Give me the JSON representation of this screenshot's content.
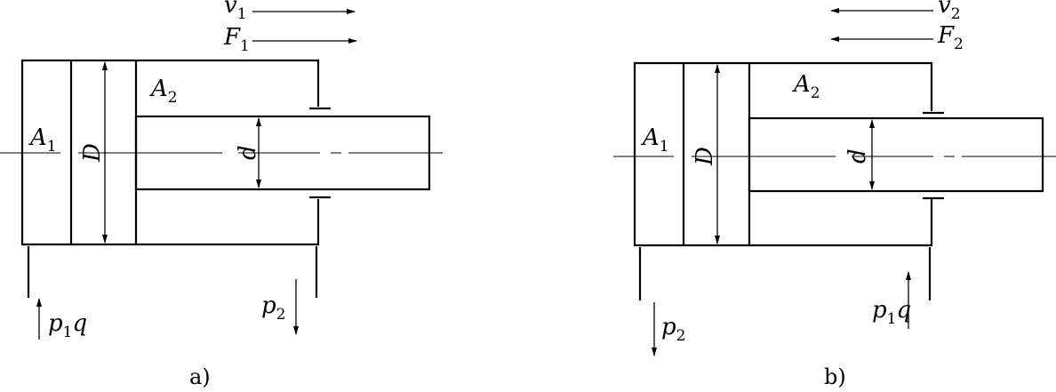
{
  "diagram_a": {
    "velocity": {
      "base": "v",
      "sub": "1"
    },
    "force": {
      "base": "F",
      "sub": "1"
    },
    "area_rod_side": {
      "base": "A",
      "sub": "2"
    },
    "area_piston": {
      "base": "A",
      "sub": "1"
    },
    "bore_label": "D",
    "rod_label": "d",
    "inlet": {
      "base": "p",
      "sub": "1",
      "tail": "q"
    },
    "outlet": {
      "base": "p",
      "sub": "2"
    },
    "caption": "a)"
  },
  "diagram_b": {
    "velocity": {
      "base": "v",
      "sub": "2"
    },
    "force": {
      "base": "F",
      "sub": "2"
    },
    "area_rod_side": {
      "base": "A",
      "sub": "2"
    },
    "area_piston": {
      "base": "A",
      "sub": "1"
    },
    "bore_label": "D",
    "rod_label": "d",
    "inlet": {
      "base": "p",
      "sub": "1",
      "tail": "q"
    },
    "outlet": {
      "base": "p",
      "sub": "2"
    },
    "caption": "b)"
  }
}
